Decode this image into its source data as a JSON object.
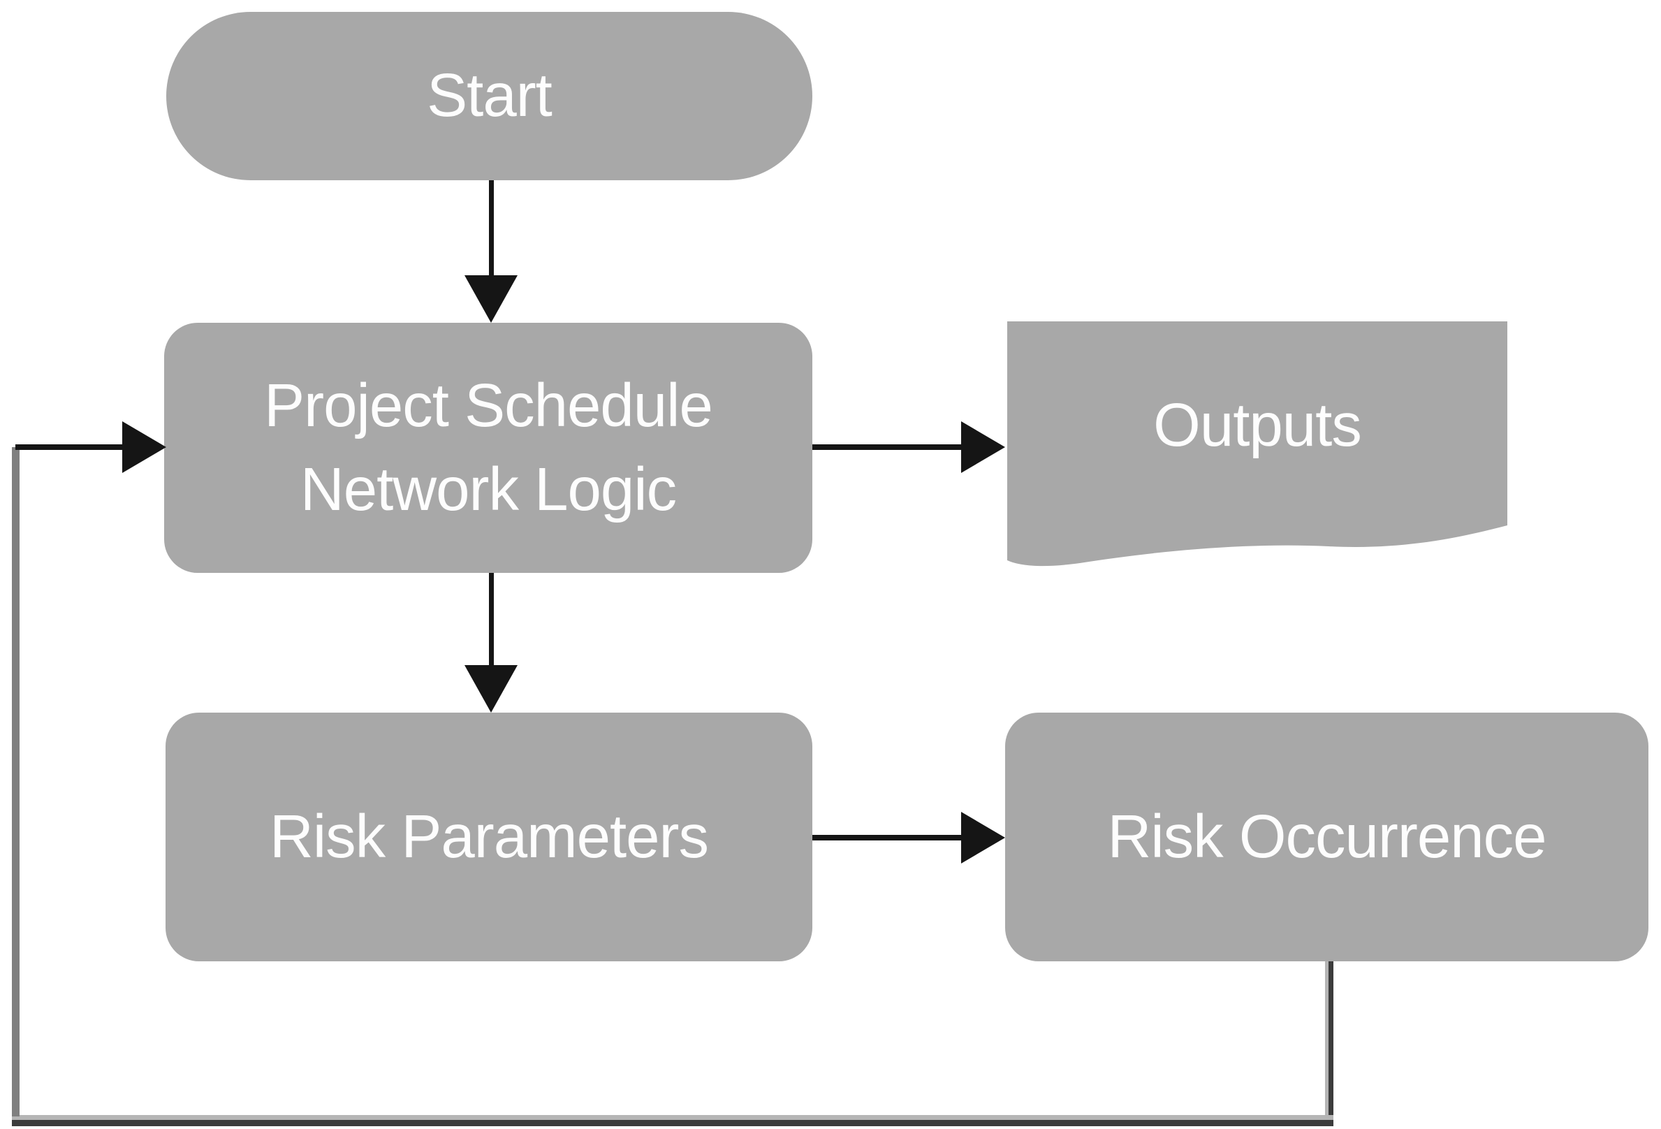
{
  "title": "Schedule risk simulation flowchart",
  "colors": {
    "background": "#ffffff",
    "node_fill": "#a8a8a8",
    "label_color": "#fdfdfd",
    "arrow_color": "#151515",
    "loop_left_color": "#7f7f7f",
    "loop_light_color": "#b5b5b5",
    "loop_dark_color": "#3c3c3c"
  },
  "nodes": {
    "start": {
      "shape": "terminator",
      "label": "Start"
    },
    "project_schedule": {
      "shape": "process",
      "label": "Project Schedule Network Logic"
    },
    "outputs": {
      "shape": "document",
      "label": "Outputs"
    },
    "risk_parameters": {
      "shape": "process",
      "label": "Risk Parameters"
    },
    "risk_occurrence": {
      "shape": "process",
      "label": "Risk Occurrence"
    }
  },
  "edges": [
    {
      "from": "Start",
      "to": "Project Schedule Network Logic",
      "style": "black-arrow"
    },
    {
      "from": "Project Schedule Network Logic",
      "to": "Outputs",
      "style": "black-arrow"
    },
    {
      "from": "Project Schedule Network Logic",
      "to": "Risk Parameters",
      "style": "black-arrow"
    },
    {
      "from": "Risk Parameters",
      "to": "Risk Occurrence",
      "style": "black-arrow"
    },
    {
      "from": "Risk Occurrence",
      "to": "Project Schedule Network Logic",
      "style": "gray-feedback-loop-arrow"
    }
  ]
}
